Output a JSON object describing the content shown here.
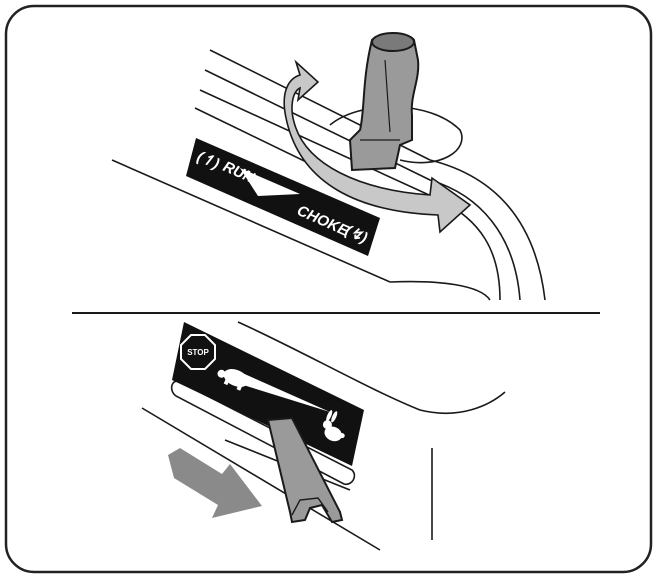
{
  "labels": {
    "run": "RUN",
    "choke": "CHOKE",
    "stop": "STOP"
  },
  "icons": {
    "run_symbol": "run-symbol-icon",
    "choke_symbol": "choke-symbol-icon",
    "turtle": "turtle-icon",
    "rabbit": "rabbit-icon",
    "rotate_arrow": "rotate-arrow-icon",
    "push_arrow": "push-arrow-icon"
  },
  "colors": {
    "frame": "#222222",
    "line": "#1a1a1a",
    "knob_fill": "#9a9a9a",
    "arrow_fill": "#c8c8c8",
    "push_arrow_fill": "#8a8a8a",
    "decal_fill": "#111111"
  }
}
